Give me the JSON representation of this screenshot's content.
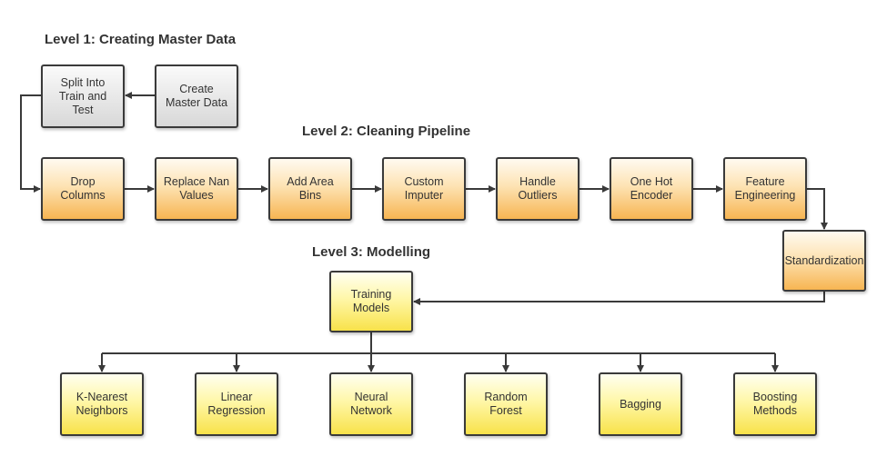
{
  "headings": {
    "level1": "Level 1: Creating Master Data",
    "level2": "Level 2: Cleaning Pipeline",
    "level3": "Level 3: Modelling"
  },
  "level1_boxes": {
    "split": "Split Into\nTrain and\nTest",
    "create": "Create\nMaster Data"
  },
  "pipeline": [
    "Drop\nColumns",
    "Replace Nan\nValues",
    "Add Area\nBins",
    "Custom\nImputer",
    "Handle\nOutliers",
    "One Hot\nEncoder",
    "Feature\nEngineering",
    "Standardization"
  ],
  "training": "Training\nModels",
  "models": [
    "K-Nearest\nNeighbors",
    "Linear\nRegression",
    "Neural\nNetwork",
    "Random\nForest",
    "Bagging",
    "Boosting\nMethods"
  ],
  "colors": {
    "line": "#3a3a3a",
    "level1_fill": "#e0e0e0",
    "pipeline_fill": "#f7b552",
    "model_fill": "#f8e24a"
  }
}
